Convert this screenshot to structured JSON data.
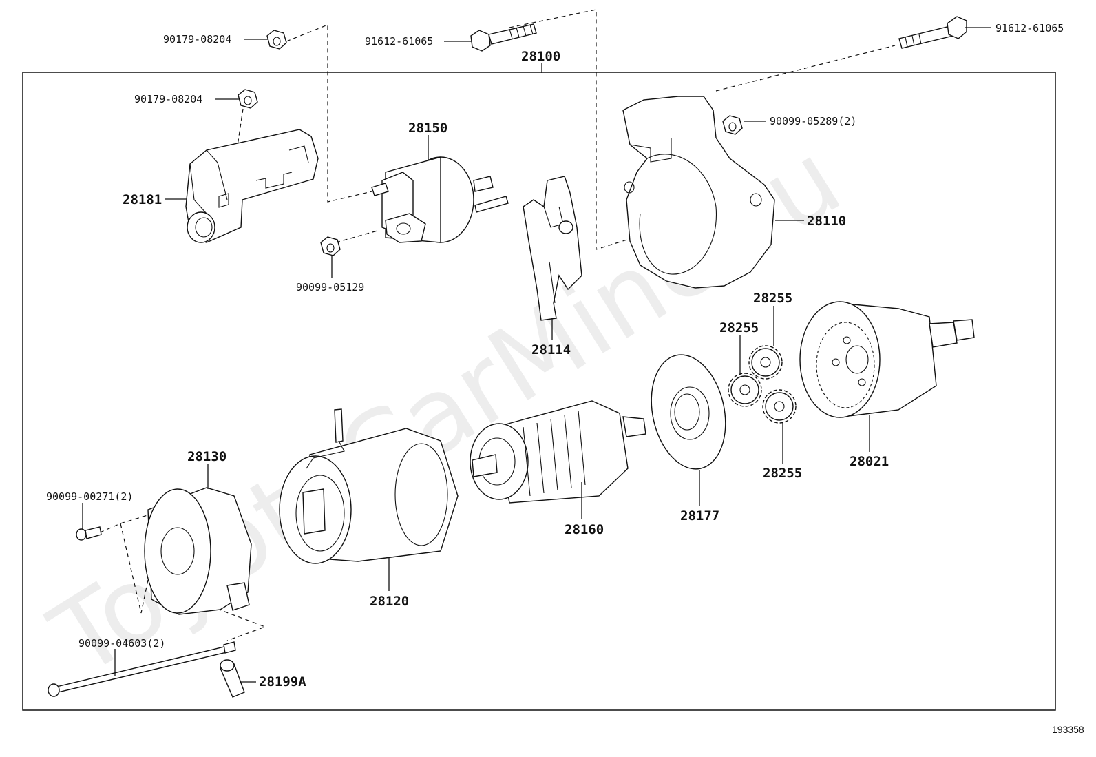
{
  "watermark": "ToyotaCarMine.ru",
  "figure_number": "193358",
  "assembly_label": "28100",
  "parts": [
    {
      "id": "p-90179-08204-top",
      "label": "90179-08204"
    },
    {
      "id": "p-91612-61065-mid",
      "label": "91612-61065"
    },
    {
      "id": "p-91612-61065-right",
      "label": "91612-61065"
    },
    {
      "id": "p-90179-08204-inner",
      "label": "90179-08204"
    },
    {
      "id": "p-90099-05289",
      "label": "90099-05289(2)"
    },
    {
      "id": "p-28150",
      "label": "28150"
    },
    {
      "id": "p-28181",
      "label": "28181"
    },
    {
      "id": "p-28110",
      "label": "28110"
    },
    {
      "id": "p-90099-05129",
      "label": "90099-05129"
    },
    {
      "id": "p-28255-top",
      "label": "28255"
    },
    {
      "id": "p-28255-left",
      "label": "28255"
    },
    {
      "id": "p-28114",
      "label": "28114"
    },
    {
      "id": "p-28021",
      "label": "28021"
    },
    {
      "id": "p-28255-bottom",
      "label": "28255"
    },
    {
      "id": "p-28130",
      "label": "28130"
    },
    {
      "id": "p-90099-00271",
      "label": "90099-00271(2)"
    },
    {
      "id": "p-28177",
      "label": "28177"
    },
    {
      "id": "p-28160",
      "label": "28160"
    },
    {
      "id": "p-28120",
      "label": "28120"
    },
    {
      "id": "p-90099-04603",
      "label": "90099-04603(2)"
    },
    {
      "id": "p-28199A",
      "label": "28199A"
    }
  ]
}
